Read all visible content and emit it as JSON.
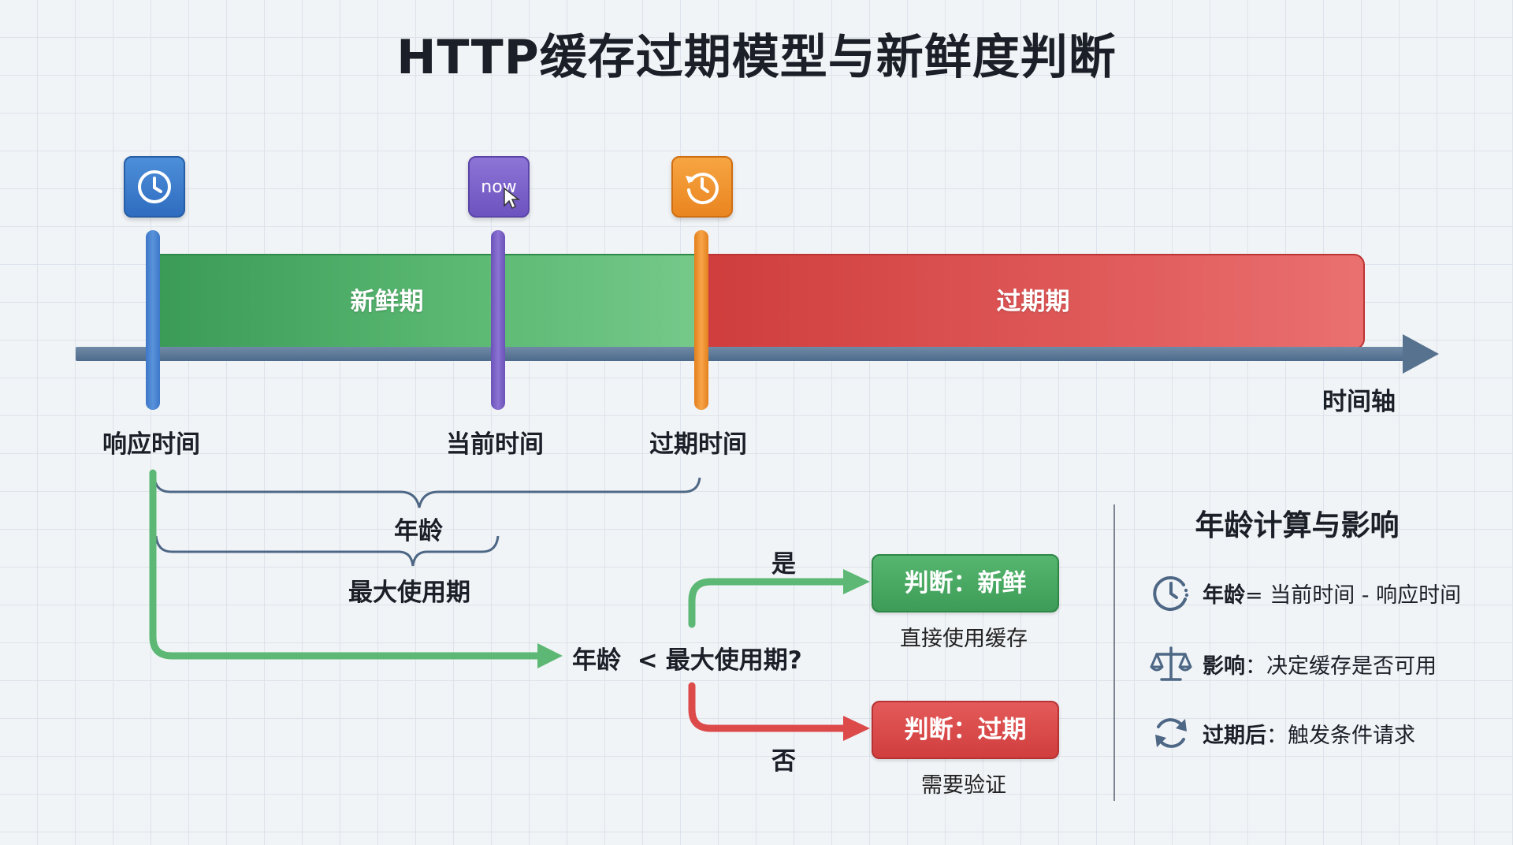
{
  "title": "HTTP缓存过期模型与新鲜度判断",
  "timeline": {
    "fresh_label": "新鲜期",
    "stale_label": "过期期",
    "axis_label": "时间轴",
    "markers": [
      {
        "label": "响应时间",
        "icon": "clock-icon",
        "color": "#3f7fce"
      },
      {
        "label": "当前时间",
        "icon": "cursor-icon",
        "badge_text": "now",
        "color": "#7b63c8"
      },
      {
        "label": "过期时间",
        "icon": "history-icon",
        "color": "#f0962f"
      }
    ]
  },
  "braces": {
    "age_label": "年龄",
    "max_age_label": "最大使用期"
  },
  "decision": {
    "question_left": "年龄",
    "operator": "<",
    "question_right": "最大使用期?",
    "yes_label": "是",
    "no_label": "否",
    "fresh_box": "判断：新鲜",
    "fresh_sub": "直接使用缓存",
    "stale_box": "判断：过期",
    "stale_sub": "需要验证"
  },
  "sidebar": {
    "title": "年龄计算与影响",
    "rows": [
      {
        "icon": "clock-dashed-icon",
        "key": "年龄",
        "text": " = 当前时间 - 响应时间"
      },
      {
        "icon": "scale-icon",
        "key": "影响",
        "text": "：决定缓存是否可用"
      },
      {
        "icon": "refresh-icon",
        "key": "过期后",
        "text": "：触发条件请求"
      }
    ]
  },
  "colors": {
    "fresh": "#4caf65",
    "stale": "#dc4a4a",
    "axis": "#5a7797",
    "response_marker": "#3f7fce",
    "now_marker": "#7b63c8",
    "expire_marker": "#f0962f"
  }
}
